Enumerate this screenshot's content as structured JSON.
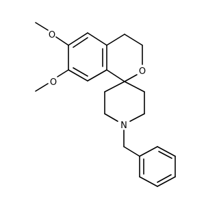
{
  "molecule": {
    "atom_labels": {
      "o_top_methoxy": "O",
      "o_bottom_methoxy": "O",
      "o_ring": "O",
      "n_piperidine": "N"
    },
    "bond_color": "#000000",
    "background": "#ffffff"
  }
}
